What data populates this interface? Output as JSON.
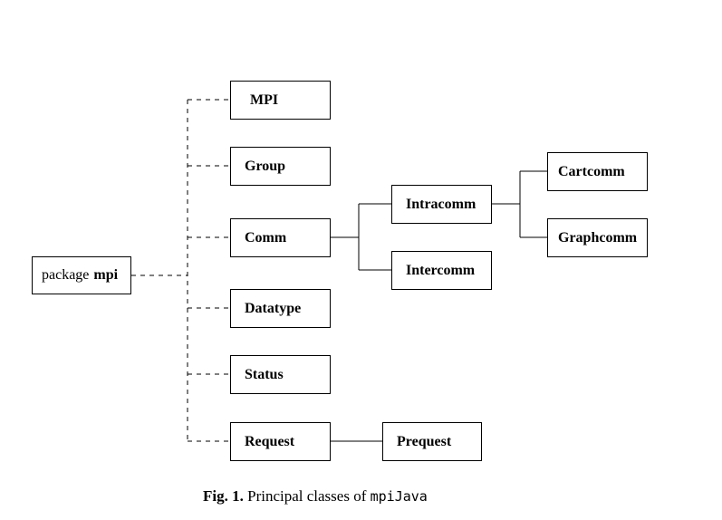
{
  "package": {
    "keyword": "package",
    "name": "mpi"
  },
  "classes": {
    "mpi": "MPI",
    "group": "Group",
    "comm": "Comm",
    "datatype": "Datatype",
    "status": "Status",
    "request": "Request",
    "intracomm": "Intracomm",
    "intercomm": "Intercomm",
    "cartcomm": "Cartcomm",
    "graphcomm": "Graphcomm",
    "prequest": "Prequest"
  },
  "caption": {
    "label": "Fig. 1.",
    "text": "Principal classes of",
    "code": "mpiJava"
  }
}
